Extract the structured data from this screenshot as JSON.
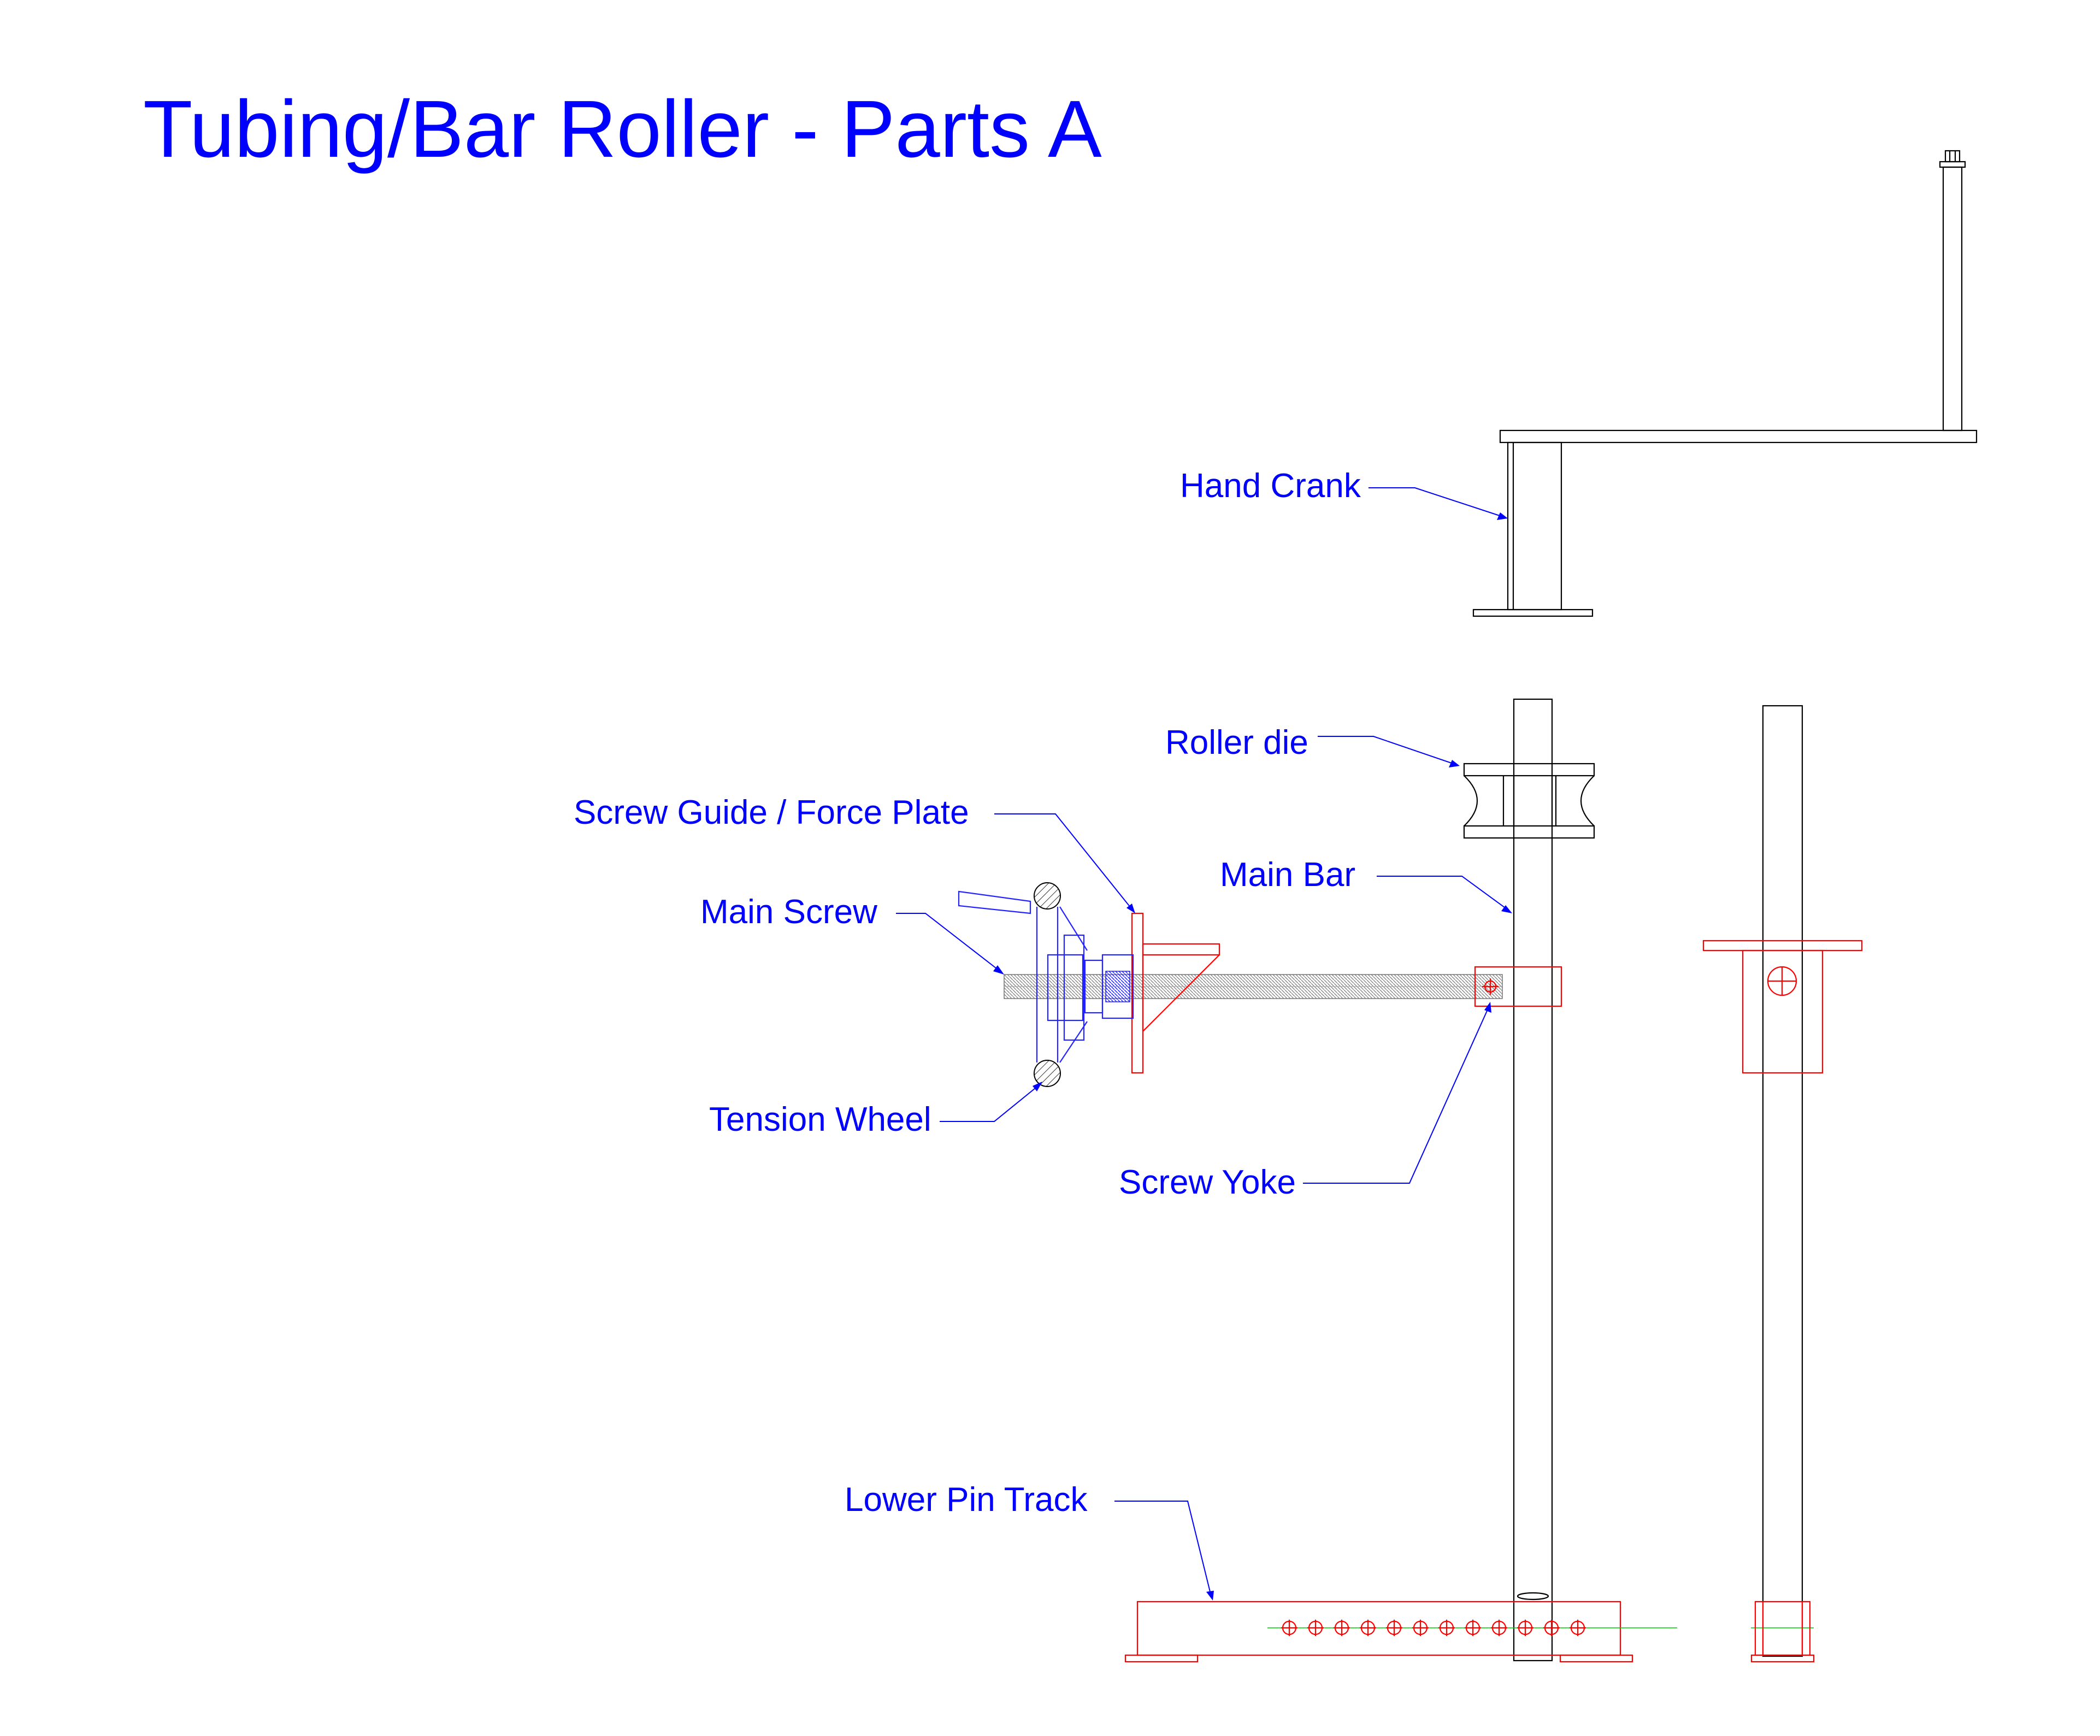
{
  "title": "Tubing/Bar Roller  - Parts A",
  "labels": {
    "hand_crank": "Hand Crank",
    "roller_die": "Roller die",
    "screw_guide": "Screw Guide / Force Plate",
    "main_bar": "Main Bar",
    "main_screw": "Main Screw",
    "tension_wheel": "Tension Wheel",
    "screw_yoke": "Screw Yoke",
    "lower_pin_track": "Lower Pin Track"
  },
  "colors": {
    "text": "#0000ff",
    "outline": "#000000",
    "red_parts": "#ff0000",
    "blue_parts": "#2323ff",
    "centerline": "#00cc00"
  }
}
